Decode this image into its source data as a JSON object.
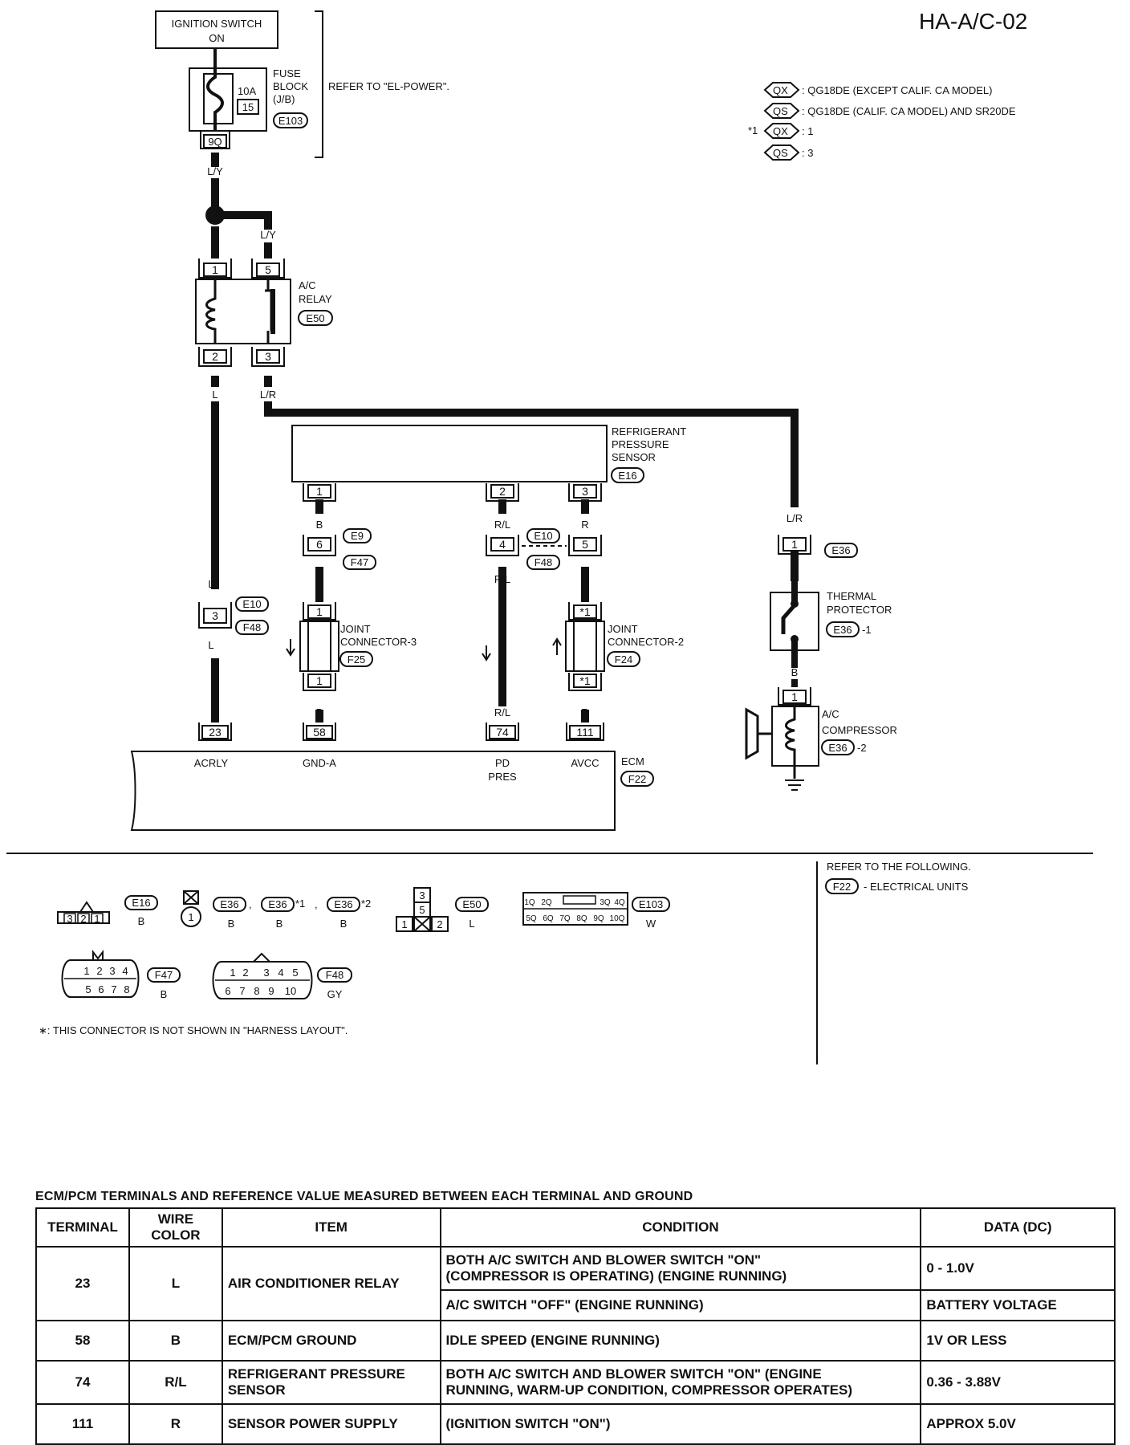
{
  "page_id": "HA-A/C-02",
  "top_block": {
    "ignition_line1": "IGNITION SWITCH",
    "ignition_line2": "ON",
    "fuse_label1": "FUSE",
    "fuse_label2": "BLOCK",
    "fuse_label3": "(J/B)",
    "fuse_amp": "10A",
    "fuse_no": "15",
    "fuse_conn": "E103",
    "fuse_pin": "9Q",
    "refer_power": "REFER TO \"EL-POWER\"."
  },
  "legend": [
    {
      "prefix": "",
      "tag": "QX",
      "text": ": QG18DE (EXCEPT CALIF. CA MODEL)"
    },
    {
      "prefix": "",
      "tag": "QS",
      "text": ": QG18DE (CALIF. CA MODEL) AND SR20DE"
    },
    {
      "prefix": "*1",
      "tag": "QX",
      "text": ": 1"
    },
    {
      "prefix": "",
      "tag": "QS",
      "text": ": 3"
    }
  ],
  "wires": {
    "ly": "L/Y",
    "l": "L",
    "lr": "L/R",
    "b": "B",
    "rl": "R/L",
    "r": "R"
  },
  "relay": {
    "name1": "A/C",
    "name2": "RELAY",
    "conn": "E50",
    "pin1": "1",
    "pin2": "2",
    "pin3": "3",
    "pin5": "5"
  },
  "sensor": {
    "name1": "REFRIGERANT",
    "name2": "PRESSURE",
    "name3": "SENSOR",
    "conn": "E16",
    "pin1": "1",
    "pin2": "2",
    "pin3": "3"
  },
  "inline": {
    "e9": "E9",
    "f47": "F47",
    "e10": "E10",
    "f48": "F48",
    "e36": "E36",
    "p6": "6",
    "p4": "4",
    "p5": "5",
    "p3": "3",
    "p1": "1"
  },
  "joint3": {
    "name1": "JOINT",
    "name2": "CONNECTOR-3",
    "conn": "F25",
    "pin": "1"
  },
  "joint2": {
    "name1": "JOINT",
    "name2": "CONNECTOR-2",
    "conn": "F24",
    "pin": "*1"
  },
  "thermal": {
    "name1": "THERMAL",
    "name2": "PROTECTOR",
    "conn": "E36",
    "suffix": "-1"
  },
  "compressor": {
    "name1": "A/C",
    "name2": "COMPRESSOR",
    "conn": "E36",
    "suffix": "-2",
    "pin": "1"
  },
  "ecm": {
    "name": "ECM",
    "conn": "F22",
    "pins": [
      "23",
      "58",
      "74",
      "111"
    ],
    "t_acrly": "ACRLY",
    "t_gnd": "GND-A",
    "t_pd1": "PD",
    "t_pd2": "PRES",
    "t_avcc": "AVCC"
  },
  "refer_following": {
    "line1": "REFER TO THE FOLLOWING.",
    "conn": "F22",
    "text": "- ELECTRICAL UNITS"
  },
  "connector_views": {
    "e16_pins": [
      "3",
      "2",
      "1"
    ],
    "e16_tag": "E16",
    "e16_color": "B",
    "e36_pin": "1",
    "e36_tag": "E36",
    "e36_tag_b": "E36",
    "e36_tag_c": "E36",
    "e36_mark1": "*1",
    "e36_mark2": "*2",
    "e36_color": "B",
    "sep": ",",
    "e50_pins": [
      "3",
      "5",
      "1",
      "2"
    ],
    "e50_tag": "E50",
    "e50_color": "L",
    "e103_top": [
      "1Q",
      "2Q",
      "3Q",
      "4Q"
    ],
    "e103_bottom": [
      "5Q",
      "6Q",
      "7Q",
      "8Q",
      "9Q",
      "10Q"
    ],
    "e103_tag": "E103",
    "e103_color": "W",
    "f47_top": [
      "1",
      "2",
      "3",
      "4"
    ],
    "f47_bottom": [
      "5",
      "6",
      "7",
      "8"
    ],
    "f47_tag": "F47",
    "f47_color": "B",
    "f48_top": [
      "1",
      "2",
      "3",
      "4",
      "5"
    ],
    "f48_bottom": [
      "6",
      "7",
      "8",
      "9",
      "10"
    ],
    "f48_tag": "F48",
    "f48_color": "GY"
  },
  "footnote": "∗: THIS CONNECTOR IS NOT SHOWN IN \"HARNESS LAYOUT\".",
  "table": {
    "title": "ECM/PCM TERMINALS AND REFERENCE VALUE MEASURED BETWEEN EACH TERMINAL AND GROUND",
    "headers": [
      "TERMINAL",
      "WIRE COLOR",
      "ITEM",
      "CONDITION",
      "DATA (DC)"
    ],
    "r1": {
      "terminal": "23",
      "wire": "L",
      "item": "AIR CONDITIONER RELAY",
      "cond1a": "BOTH A/C SWITCH AND BLOWER SWITCH \"ON\"",
      "cond1b": "(COMPRESSOR IS OPERATING) (ENGINE RUNNING)",
      "data1": "0 - 1.0V",
      "cond2": "A/C SWITCH \"OFF\" (ENGINE RUNNING)",
      "data2": "BATTERY VOLTAGE"
    },
    "r2": {
      "terminal": "58",
      "wire": "B",
      "item": "ECM/PCM GROUND",
      "cond": "IDLE SPEED (ENGINE RUNNING)",
      "data": "1V OR LESS"
    },
    "r3": {
      "terminal": "74",
      "wire": "R/L",
      "item_a": "REFRIGERANT PRESSURE",
      "item_b": "SENSOR",
      "cond_a": "BOTH A/C SWITCH AND BLOWER SWITCH \"ON\" (ENGINE",
      "cond_b": "RUNNING, WARM-UP CONDITION, COMPRESSOR OPERATES)",
      "data": "0.36 - 3.88V"
    },
    "r4": {
      "terminal": "111",
      "wire": "R",
      "item": "SENSOR POWER SUPPLY",
      "cond": "(IGNITION SWITCH \"ON\")",
      "data": "APPROX 5.0V"
    }
  }
}
